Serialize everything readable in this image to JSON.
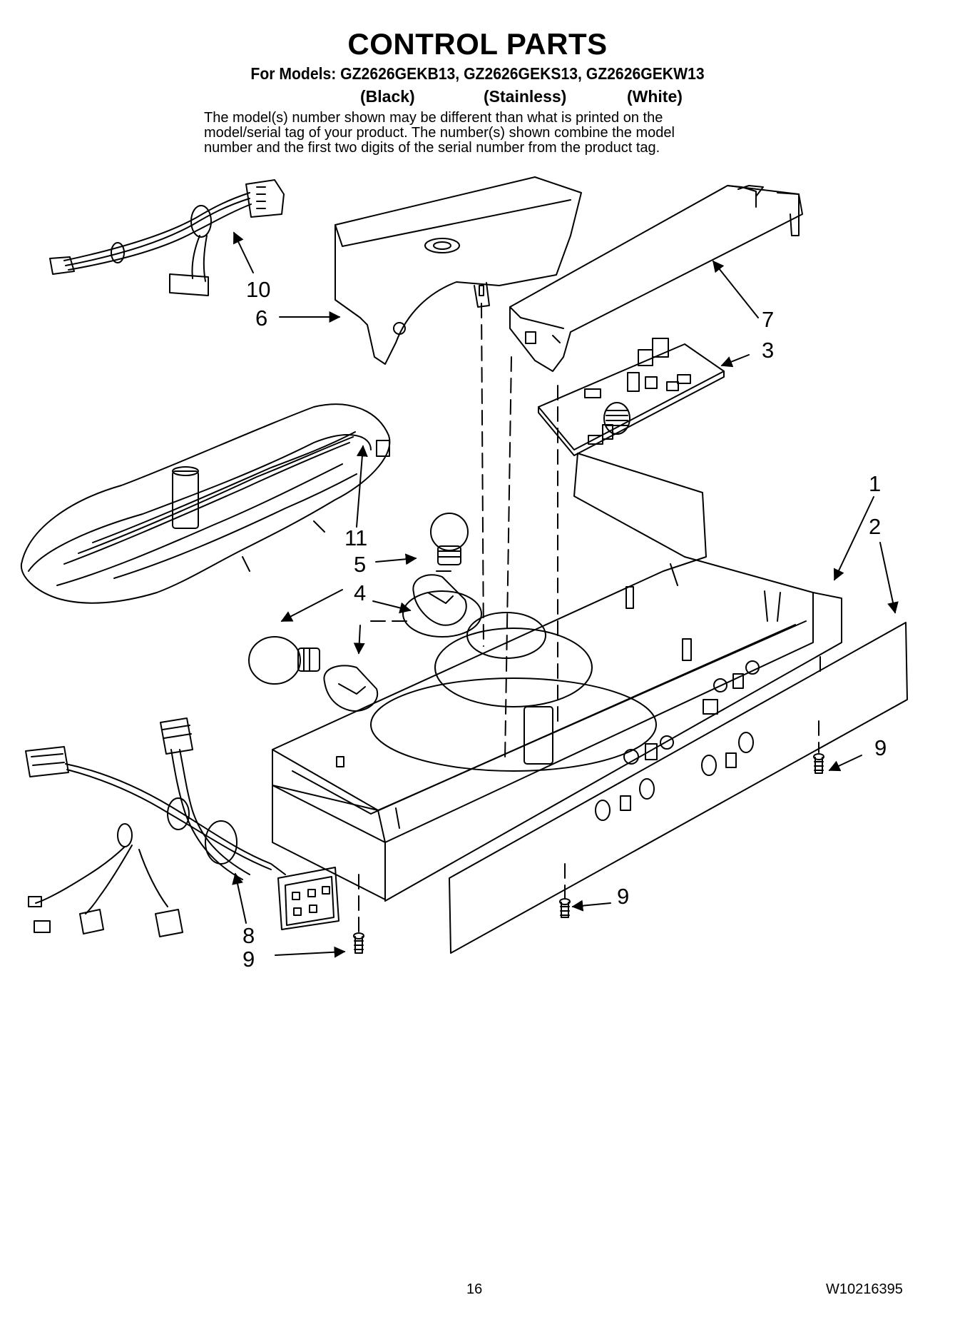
{
  "header": {
    "title": "CONTROL PARTS",
    "models_line": "For Models: GZ2626GEKB13, GZ2626GEKS13, GZ2626GEKW13",
    "finishes": [
      "(Black)",
      "(Stainless)",
      "(White)"
    ],
    "note_lines": [
      "The model(s) number shown may be different than what is printed on the",
      "model/serial tag of your product. The number(s) shown combine the model",
      "number and the first two digits of the serial number from the product tag."
    ]
  },
  "callouts": {
    "c1": "1",
    "c2": "2",
    "c3": "3",
    "c4": "4",
    "c5": "5",
    "c6": "6",
    "c7": "7",
    "c8": "8",
    "c9": "9",
    "c10": "10",
    "c11": "11"
  },
  "footer": {
    "page_number": "16",
    "document_number": "W10216395"
  }
}
